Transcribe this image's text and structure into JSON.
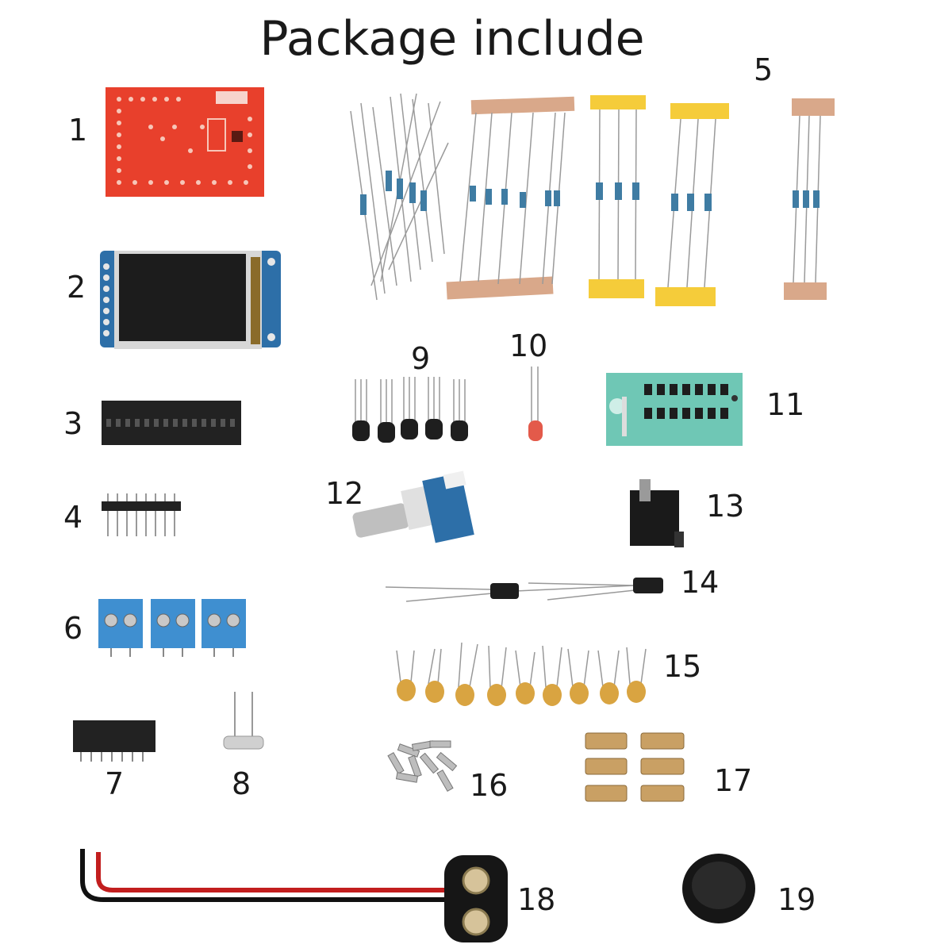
{
  "title": "Package include",
  "labels": {
    "n1": "1",
    "n2": "2",
    "n3": "3",
    "n4": "4",
    "n5": "5",
    "n6": "6",
    "n7": "7",
    "n8": "8",
    "n9": "9",
    "n10": "10",
    "n11": "11",
    "n12": "12",
    "n13": "13",
    "n14": "14",
    "n15": "15",
    "n16": "16",
    "n17": "17",
    "n18": "18",
    "n19": "19"
  },
  "colors": {
    "pcb": "#e8402c",
    "lcd_board": "#2d6fa8",
    "zif_socket": "#6fc7b5",
    "terminal_block": "#3f8fd0",
    "resistor_tape_brown": "#d9a88a",
    "resistor_tape_yellow": "#f5cc3a",
    "capacitor": "#d9a441",
    "standoff": "#c9a064"
  }
}
